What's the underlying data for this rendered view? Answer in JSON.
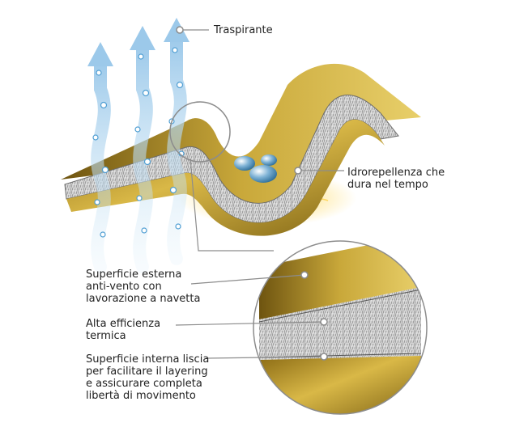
{
  "labels": {
    "traspirante": "Traspirante",
    "idrorepellenza": "Idrorepellenza che\ndura nel tempo",
    "superficie_esterna": "Superficie esterna\nanti-vento con\nlavorazione a navetta",
    "alta_efficienza": "Alta efficienza\ntermica",
    "superficie_interna": "Superficie interna liscia\nper facilitare il layering\ne assicurare completa\nlibertà di movimento"
  },
  "colors": {
    "fabric_gold": "#b8962a",
    "fabric_dark": "#7a5f12",
    "fleece_gray": "#c9c9c9",
    "arrow_blue": "#a9d3ee",
    "leader_line": "#8c8c8c",
    "heat_glow": "#ffd54a"
  },
  "icons": [
    "breathing-arrow-icon",
    "water-droplet-icon",
    "magnifier-circle-icon"
  ]
}
